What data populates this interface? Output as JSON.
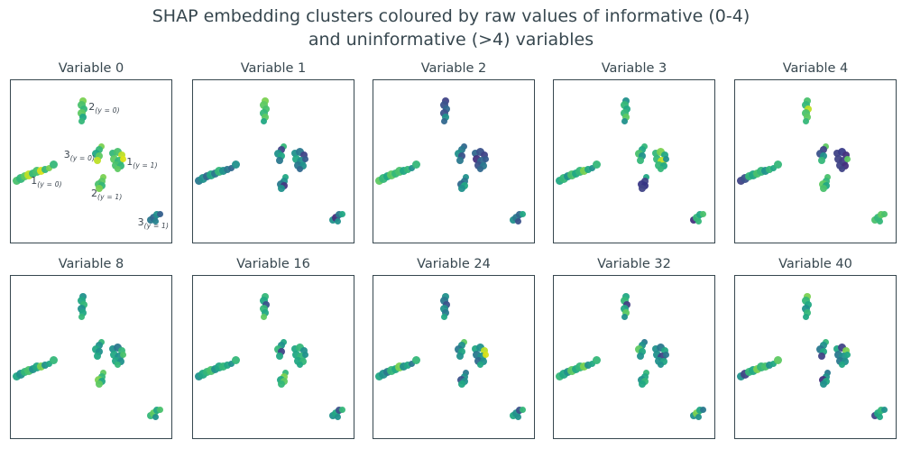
{
  "figure": {
    "title_line1": "SHAP embedding clusters coloured by raw values of informative (0-4)",
    "title_line2": "and uninformative (>4) variables"
  },
  "colors": {
    "text": "#37474f",
    "border": "#37474f",
    "background": "#ffffff",
    "colormap": "viridis"
  },
  "chart_data": {
    "type": "scatter",
    "title": "SHAP embedding clusters coloured by raw values of informative (0-4) and uninformative (>4) variables",
    "layout_hint": "2 rows x 5 columns of identical SHAP embedding scatter plots; axes hidden; points coloured by each variable's raw value (viridis)",
    "cluster_layout": {
      "top": [
        [
          0.45,
          0.125,
          4
        ],
        [
          0.438,
          0.152,
          4.5
        ],
        [
          0.452,
          0.178,
          4
        ],
        [
          0.442,
          0.205,
          4.5
        ],
        [
          0.448,
          0.23,
          4
        ],
        [
          0.44,
          0.252,
          3.5
        ]
      ],
      "mid_small": [
        [
          0.565,
          0.408,
          3.5
        ],
        [
          0.548,
          0.43,
          4
        ],
        [
          0.532,
          0.455,
          4.5
        ],
        [
          0.553,
          0.468,
          4
        ],
        [
          0.537,
          0.492,
          4
        ]
      ],
      "mid_right": [
        [
          0.633,
          0.452,
          4
        ],
        [
          0.663,
          0.443,
          4.5
        ],
        [
          0.69,
          0.462,
          4
        ],
        [
          0.644,
          0.487,
          4.5
        ],
        [
          0.673,
          0.497,
          5
        ],
        [
          0.7,
          0.487,
          3.5
        ],
        [
          0.652,
          0.522,
          4.5
        ],
        [
          0.683,
          0.528,
          4
        ],
        [
          0.664,
          0.549,
          3.5
        ]
      ],
      "left": [
        [
          0.038,
          0.617,
          4.5
        ],
        [
          0.062,
          0.607,
          5
        ],
        [
          0.087,
          0.594,
          4.5
        ],
        [
          0.112,
          0.582,
          5
        ],
        [
          0.138,
          0.572,
          4.5
        ],
        [
          0.163,
          0.562,
          5
        ],
        [
          0.189,
          0.556,
          4.5
        ],
        [
          0.214,
          0.549,
          4
        ],
        [
          0.238,
          0.541,
          3.5
        ],
        [
          0.268,
          0.52,
          4.5
        ]
      ],
      "mid_bottom": [
        [
          0.578,
          0.598,
          3.5
        ],
        [
          0.565,
          0.62,
          4
        ],
        [
          0.55,
          0.641,
          4.5
        ],
        [
          0.568,
          0.652,
          4
        ],
        [
          0.552,
          0.668,
          4
        ]
      ],
      "bottom_right": [
        [
          0.868,
          0.862,
          4
        ],
        [
          0.89,
          0.845,
          4.5
        ],
        [
          0.912,
          0.826,
          4
        ],
        [
          0.932,
          0.824,
          3.5
        ],
        [
          0.9,
          0.868,
          3.5
        ]
      ]
    },
    "annotations": [
      {
        "main": "2",
        "sub": "(y = 0)",
        "x": 0.485,
        "y": 0.135
      },
      {
        "main": "3",
        "sub": "(y = 0)",
        "x": 0.33,
        "y": 0.425
      },
      {
        "main": "1",
        "sub": "(y = 1)",
        "x": 0.72,
        "y": 0.47
      },
      {
        "main": "1",
        "sub": "(y = 0)",
        "x": 0.125,
        "y": 0.59
      },
      {
        "main": "2",
        "sub": "(y = 1)",
        "x": 0.5,
        "y": 0.665
      },
      {
        "main": "3",
        "sub": "(y = 1)",
        "x": 0.79,
        "y": 0.845
      }
    ],
    "panels": [
      {
        "title": "Variable 0",
        "clusters": {
          "top": [
            "#7ad151",
            "#4ac16d",
            "#35b779",
            "#5ec962",
            "#22a884",
            "#35b779"
          ],
          "mid_small": [
            "#7ad151",
            "#35b779",
            "#22a884",
            "#5ec962",
            "#bddf26"
          ],
          "mid_right": [
            "#35b779",
            "#4ac16d",
            "#bddf26",
            "#5ec962",
            "#35b779",
            "#dde318",
            "#4ac16d",
            "#35b779",
            "#5ec962"
          ],
          "left": [
            "#4ac16d",
            "#35b779",
            "#5ec962",
            "#bddf26",
            "#35b779",
            "#4ac16d",
            "#d8e219",
            "#35b779",
            "#7ad151",
            "#35b779"
          ],
          "mid_bottom": [
            "#7ad151",
            "#5ec962",
            "#4ac16d",
            "#35b779",
            "#7ad151"
          ],
          "bottom_right": [
            "#2a788e",
            "#31688e",
            "#21918c",
            "#355f8d",
            "#26828e"
          ]
        }
      },
      {
        "title": "Variable 1",
        "clusters": {
          "top": [
            "#7ad151",
            "#5ec962",
            "#4ac16d",
            "#35b779",
            "#5ec962",
            "#22a884"
          ],
          "mid_small": [
            "#35b779",
            "#414487",
            "#21918c",
            "#22a884",
            "#2a788e"
          ],
          "mid_right": [
            "#21918c",
            "#2a788e",
            "#414487",
            "#22a884",
            "#21918c",
            "#365c8d",
            "#2a788e",
            "#21918c",
            "#31688e"
          ],
          "left": [
            "#2a788e",
            "#21918c",
            "#31688e",
            "#22a884",
            "#2a788e",
            "#35b779",
            "#21918c",
            "#2a788e",
            "#31688e",
            "#21918c"
          ],
          "mid_bottom": [
            "#22a884",
            "#21918c",
            "#2a788e",
            "#443983",
            "#21918c"
          ],
          "bottom_right": [
            "#21918c",
            "#472f7d",
            "#2a788e",
            "#22a884",
            "#21918c"
          ]
        }
      },
      {
        "title": "Variable 2",
        "clusters": {
          "top": [
            "#414487",
            "#3b528b",
            "#31688e",
            "#3b528b",
            "#21918c",
            "#31688e"
          ],
          "mid_small": [
            "#31688e",
            "#2a788e",
            "#21918c",
            "#3b528b",
            "#2a788e"
          ],
          "mid_right": [
            "#31688e",
            "#3b528b",
            "#414487",
            "#46327e",
            "#31688e",
            "#365c8d",
            "#3b528b",
            "#2a788e",
            "#31688e"
          ],
          "left": [
            "#5ec962",
            "#35b779",
            "#22a884",
            "#5ec962",
            "#35b779",
            "#4ac16d",
            "#22a884",
            "#35b779",
            "#21918c",
            "#35b779"
          ],
          "mid_bottom": [
            "#21918c",
            "#2a788e",
            "#31688e",
            "#22a884",
            "#21918c"
          ],
          "bottom_right": [
            "#21918c",
            "#2a788e",
            "#31688e",
            "#22a884",
            "#3b528b"
          ]
        }
      },
      {
        "title": "Variable 3",
        "clusters": {
          "top": [
            "#21918c",
            "#35b779",
            "#22a884",
            "#35b779",
            "#5ec962",
            "#21918c"
          ],
          "mid_small": [
            "#35b779",
            "#22a884",
            "#4ac16d",
            "#21918c",
            "#35b779"
          ],
          "mid_right": [
            "#35b779",
            "#7ad151",
            "#22a884",
            "#35b779",
            "#bddf26",
            "#21918c",
            "#35b779",
            "#22a884",
            "#35b779"
          ],
          "left": [
            "#22a884",
            "#35b779",
            "#21918c",
            "#4ac16d",
            "#22a884",
            "#35b779",
            "#7ad151",
            "#22a884",
            "#21918c",
            "#35b779"
          ],
          "mid_bottom": [
            "#22a884",
            "#414487",
            "#3a3887",
            "#363484",
            "#414487"
          ],
          "bottom_right": [
            "#46327e",
            "#35b779",
            "#22a884",
            "#4ac16d",
            "#35b779"
          ]
        }
      },
      {
        "title": "Variable 4",
        "clusters": {
          "top": [
            "#4ac16d",
            "#35b779",
            "#bddf26",
            "#4ac16d",
            "#5ec962",
            "#35b779"
          ],
          "mid_small": [
            "#5ec962",
            "#414487",
            "#3b528b",
            "#21918c",
            "#35b779"
          ],
          "mid_right": [
            "#414487",
            "#3b3c8a",
            "#46327e",
            "#414487",
            "#433e85",
            "#5ec962",
            "#414487",
            "#46327e",
            "#414487"
          ],
          "left": [
            "#414487",
            "#3b528b",
            "#35b779",
            "#22a884",
            "#4ac16d",
            "#35b779",
            "#21918c",
            "#35b779",
            "#22a884",
            "#35b779"
          ],
          "mid_bottom": [
            "#4ac16d",
            "#35b779",
            "#5ec962",
            "#22a884",
            "#4ac16d"
          ],
          "bottom_right": [
            "#4ac16d",
            "#35b779",
            "#5ec962",
            "#4ac16d",
            "#35b779"
          ]
        }
      },
      {
        "title": "Variable 8",
        "clusters": {
          "top": [
            "#21918c",
            "#22a884",
            "#35b779",
            "#21918c",
            "#22a884",
            "#35b779"
          ],
          "mid_small": [
            "#35b779",
            "#21918c",
            "#22a884",
            "#21918c",
            "#22a884"
          ],
          "mid_right": [
            "#21918c",
            "#2a788e",
            "#35b779",
            "#22a884",
            "#21918c",
            "#4ac16d",
            "#22a884",
            "#21918c",
            "#35b779"
          ],
          "left": [
            "#22a884",
            "#21918c",
            "#35b779",
            "#4ac16d",
            "#21918c",
            "#22a884",
            "#7ad151",
            "#21918c",
            "#22a884",
            "#35b779"
          ],
          "mid_bottom": [
            "#5ec962",
            "#35b779",
            "#7ad151",
            "#22a884",
            "#5ec962"
          ],
          "bottom_right": [
            "#35b779",
            "#5ec962",
            "#22a884",
            "#4ac16d",
            "#21918c"
          ]
        }
      },
      {
        "title": "Variable 16",
        "clusters": {
          "top": [
            "#35b779",
            "#22a884",
            "#3b528b",
            "#35b779",
            "#22a884",
            "#5ec962"
          ],
          "mid_small": [
            "#22a884",
            "#21918c",
            "#35b779",
            "#414487",
            "#22a884"
          ],
          "mid_right": [
            "#22a884",
            "#35b779",
            "#21918c",
            "#22a884",
            "#35b779",
            "#21918c",
            "#22a884",
            "#35b779",
            "#22a884"
          ],
          "left": [
            "#21918c",
            "#22a884",
            "#35b779",
            "#4ac16d",
            "#21918c",
            "#22a884",
            "#35b779",
            "#22a884",
            "#21918c",
            "#35b779"
          ],
          "mid_bottom": [
            "#35b779",
            "#7ad151",
            "#22a884",
            "#5ec962",
            "#35b779"
          ],
          "bottom_right": [
            "#21918c",
            "#22a884",
            "#3b528b",
            "#35b779",
            "#21918c"
          ]
        }
      },
      {
        "title": "Variable 24",
        "clusters": {
          "top": [
            "#21918c",
            "#2a788e",
            "#3b528b",
            "#21918c",
            "#2a788e",
            "#22a884"
          ],
          "mid_small": [
            "#5ec962",
            "#21918c",
            "#2a788e",
            "#22a884",
            "#21918c"
          ],
          "mid_right": [
            "#22a884",
            "#21918c",
            "#bddf26",
            "#2a788e",
            "#21918c",
            "#d8e219",
            "#31688e",
            "#21918c",
            "#22a884"
          ],
          "left": [
            "#22a884",
            "#21918c",
            "#2a788e",
            "#35b779",
            "#22a884",
            "#7ad151",
            "#21918c",
            "#22a884",
            "#2a788e",
            "#35b779"
          ],
          "mid_bottom": [
            "#2a788e",
            "#21918c",
            "#3b528b",
            "#21918c",
            "#22a884"
          ],
          "bottom_right": [
            "#22a884",
            "#21918c",
            "#3b528b",
            "#35b779",
            "#21918c"
          ]
        }
      },
      {
        "title": "Variable 32",
        "clusters": {
          "top": [
            "#22a884",
            "#35b779",
            "#433e85",
            "#22a884",
            "#5ec962",
            "#21918c"
          ],
          "mid_small": [
            "#2a788e",
            "#21918c",
            "#5ec962",
            "#22a884",
            "#21918c"
          ],
          "mid_right": [
            "#21918c",
            "#2a788e",
            "#22a884",
            "#21918c",
            "#414487",
            "#2a788e",
            "#21918c",
            "#22a884",
            "#21918c"
          ],
          "left": [
            "#35b779",
            "#22a884",
            "#21918c",
            "#5ec962",
            "#22a884",
            "#35b779",
            "#7ad151",
            "#21918c",
            "#22a884",
            "#35b779"
          ],
          "mid_bottom": [
            "#35b779",
            "#22a884",
            "#21918c",
            "#35b779",
            "#22a884"
          ],
          "bottom_right": [
            "#21918c",
            "#7ad151",
            "#22a884",
            "#2a788e",
            "#21918c"
          ]
        }
      },
      {
        "title": "Variable 40",
        "clusters": {
          "top": [
            "#7ad151",
            "#35b779",
            "#22a884",
            "#21918c",
            "#35b779",
            "#22a884"
          ],
          "mid_small": [
            "#35b779",
            "#21918c",
            "#2a788e",
            "#22a884",
            "#414487"
          ],
          "mid_right": [
            "#22a884",
            "#414487",
            "#7ad151",
            "#2a788e",
            "#21918c",
            "#22a884",
            "#2a788e",
            "#21918c",
            "#22a884"
          ],
          "left": [
            "#21918c",
            "#414487",
            "#35b779",
            "#22a884",
            "#7ad151",
            "#35b779",
            "#4ac16d",
            "#21918c",
            "#22a884",
            "#5ec962"
          ],
          "mid_bottom": [
            "#2a788e",
            "#21918c",
            "#46327e",
            "#22a884",
            "#21918c"
          ],
          "bottom_right": [
            "#414487",
            "#22a884",
            "#35b779",
            "#21918c",
            "#22a884"
          ]
        }
      }
    ]
  }
}
